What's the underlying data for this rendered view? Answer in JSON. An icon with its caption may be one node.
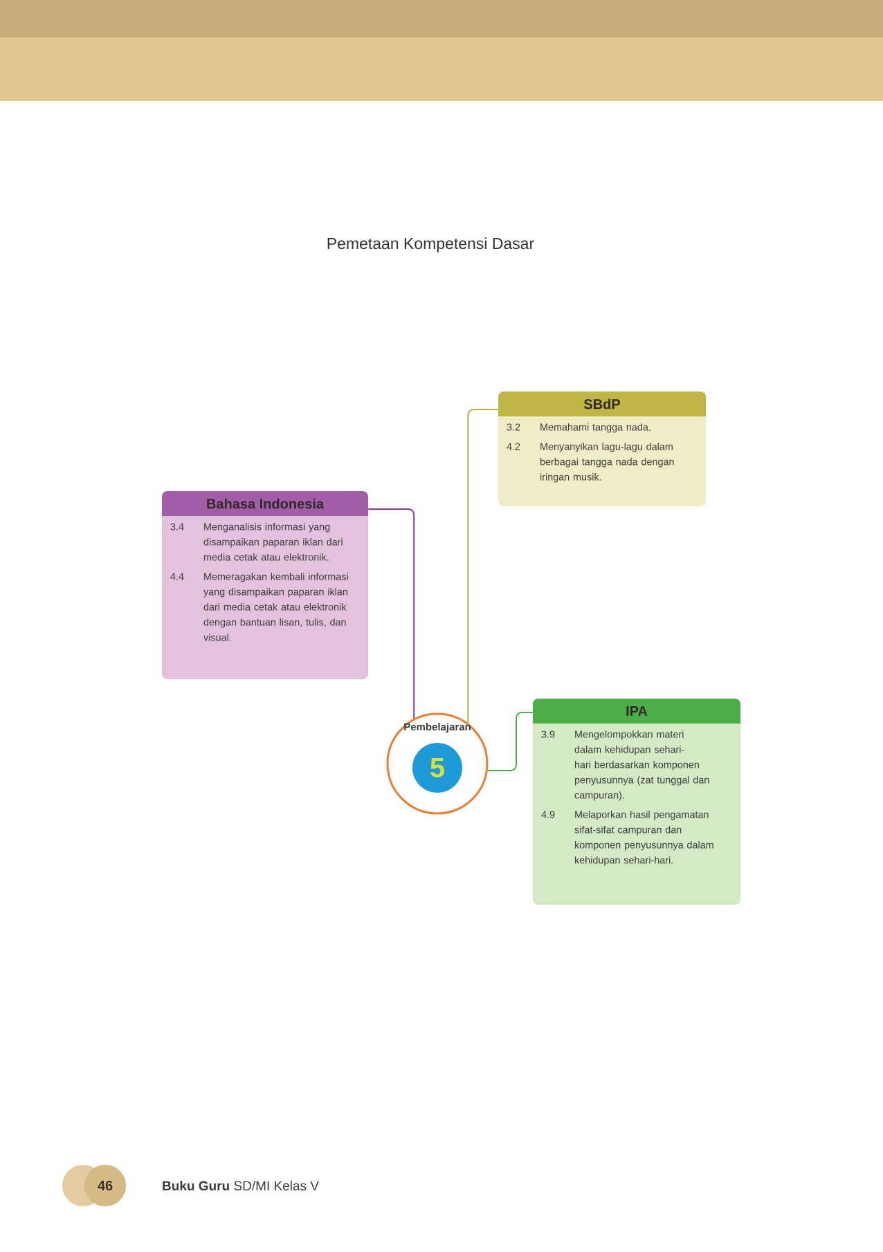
{
  "diagram": {
    "title": "Pemetaan Kompetensi Dasar",
    "nodes": [
      {
        "text": [
          "SBdP",
          "3.2",
          "Memahami tangga nada.",
          "4.2",
          "Menyanyikan lagu-lagu dalam berbagai tangga nada dengan iringan musik."
        ]
      },
      {
        "text": [
          "Bahasa Indonesia",
          "3.4",
          "Menganalisis informasi yang disampaikan paparan iklan dari media cetak atau elektronik.",
          "4.4",
          "Memeragakan kembali informasi yang disampaikan paparan iklan dari media cetak atau elektronik dengan bantuan lisan, tulis, dan visual."
        ]
      },
      {
        "text": [
          "Pembelajaran",
          "5"
        ]
      },
      {
        "text": [
          "IPA",
          "3.9",
          "Mengelompokkan materi dalam kehidupan sehari-hari berdasarkan komponen penyusunnya (zat tunggal dan campuran).",
          "4.9",
          "Melaporkan hasil pengamatan sifat-sifat campuran dan komponen penyusunnya dalam kehidupan sehari-hari."
        ]
      }
    ],
    "edges": [
      {
        "from": 1,
        "to": 2,
        "arrow": "none",
        "color": "#8a3a8e"
      },
      {
        "from": 0,
        "to": 2,
        "arrow": "none",
        "color": "#b4ad4a"
      },
      {
        "from": 2,
        "to": 3,
        "arrow": "none",
        "color": "#4caf4a"
      }
    ],
    "labels": [
      "46",
      "**Buku Guru** SD/MI Kelas V"
    ]
  }
}
